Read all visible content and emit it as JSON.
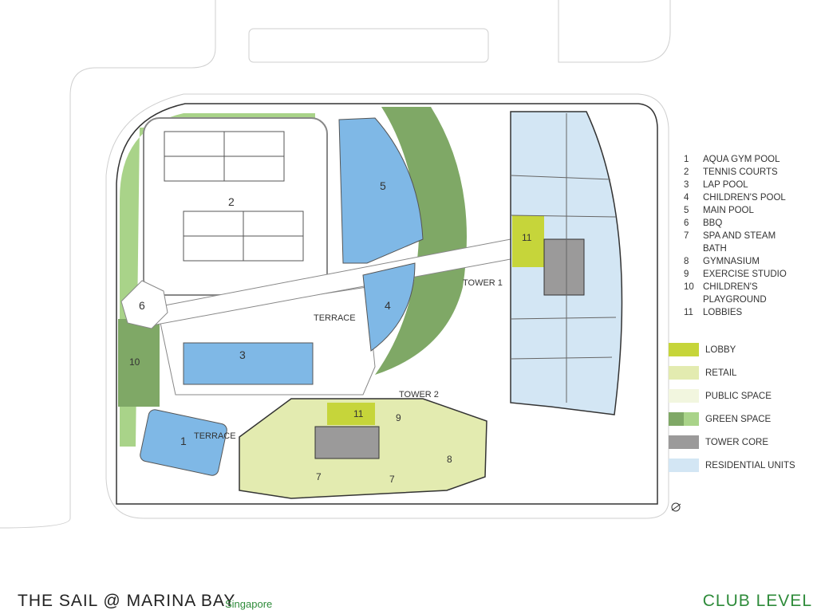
{
  "title": "THE SAIL @ MARINA BAY",
  "location": "Singapore",
  "level": "CLUB LEVEL",
  "legend": [
    {
      "num": "1",
      "label": "AQUA GYM POOL"
    },
    {
      "num": "2",
      "label": "TENNIS COURTS"
    },
    {
      "num": "3",
      "label": "LAP POOL"
    },
    {
      "num": "4",
      "label": "CHILDREN'S POOL"
    },
    {
      "num": "5",
      "label": "MAIN POOL"
    },
    {
      "num": "6",
      "label": "BBQ"
    },
    {
      "num": "7",
      "label": "SPA AND STEAM BATH"
    },
    {
      "num": "8",
      "label": "GYMNASIUM"
    },
    {
      "num": "9",
      "label": "EXERCISE STUDIO"
    },
    {
      "num": "10",
      "label": "CHILDREN'S PLAYGROUND"
    },
    {
      "num": "11",
      "label": "LOBBIES"
    }
  ],
  "key": [
    {
      "label": "LOBBY",
      "colors": [
        "#c6d53a"
      ]
    },
    {
      "label": "RETAIL",
      "colors": [
        "#e3ebb0"
      ]
    },
    {
      "label": "PUBLIC SPACE",
      "colors": [
        "#f2f6df"
      ]
    },
    {
      "label": "GREEN SPACE",
      "colors": [
        "#7fa866",
        "#a9d389"
      ]
    },
    {
      "label": "TOWER CORE",
      "colors": [
        "#9b9a9a"
      ]
    },
    {
      "label": "RESIDENTIAL UNITS",
      "colors": [
        "#d3e6f4"
      ]
    }
  ],
  "plan_labels": {
    "tower1": "TOWER 1",
    "tower2": "TOWER 2",
    "terrace_upper": "TERRACE",
    "terrace_lower": "TERRACE",
    "n1": "1",
    "n2": "2",
    "n3": "3",
    "n4": "4",
    "n5": "5",
    "n6": "6",
    "n7a": "7",
    "n7b": "7",
    "n8": "8",
    "n9": "9",
    "n10": "10",
    "n11a": "11",
    "n11b": "11"
  },
  "colors": {
    "green_dark": "#7fa866",
    "green_light": "#a9d389",
    "pool": "#7fb8e6",
    "residential": "#d3e6f4",
    "lobby": "#c6d53a",
    "retail": "#e3ebb0",
    "public": "#f2f6df",
    "core": "#9b9a9a",
    "accent": "#2e8b3a"
  }
}
